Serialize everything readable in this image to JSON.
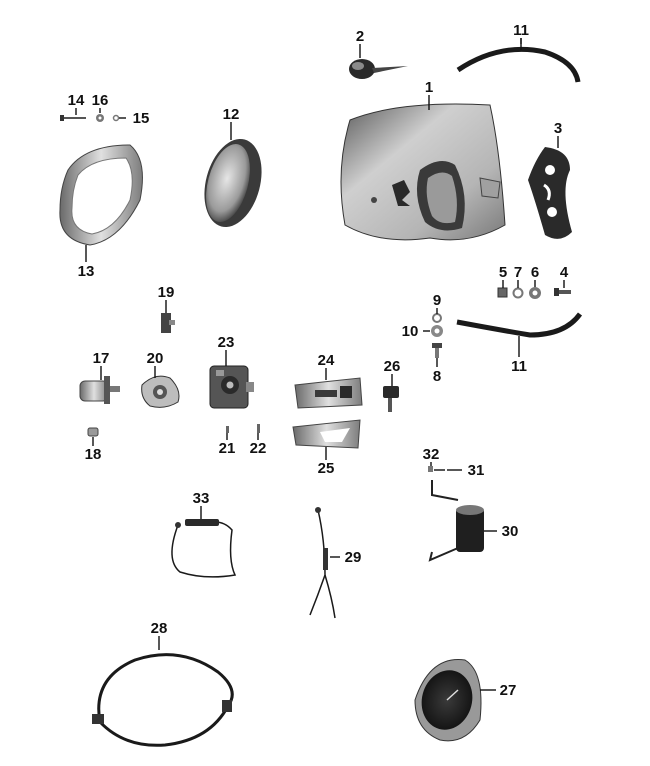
{
  "diagram": {
    "type": "exploded-parts-diagram",
    "colors": {
      "ink": "#111111",
      "metal_light": "#d9d9d9",
      "metal_mid": "#a8a8a8",
      "metal_dark": "#4a4a4a",
      "rubber": "#1a1a1a"
    },
    "parts": [
      {
        "id": "1",
        "label": "1",
        "icon": "headlight-shell-icon"
      },
      {
        "id": "2",
        "label": "2",
        "icon": "ignition-key-icon"
      },
      {
        "id": "3",
        "label": "3",
        "icon": "mounting-bracket-icon"
      },
      {
        "id": "4",
        "label": "4",
        "icon": "screw-icon"
      },
      {
        "id": "5",
        "label": "5",
        "icon": "nut-icon"
      },
      {
        "id": "6",
        "label": "6",
        "icon": "washer-icon"
      },
      {
        "id": "7",
        "label": "7",
        "icon": "washer-icon"
      },
      {
        "id": "8",
        "label": "8",
        "icon": "bolt-icon"
      },
      {
        "id": "9",
        "label": "9",
        "icon": "washer-icon"
      },
      {
        "id": "10",
        "label": "10",
        "icon": "washer-icon"
      },
      {
        "id": "11a",
        "label": "11",
        "icon": "rubber-strip-icon"
      },
      {
        "id": "11b",
        "label": "11",
        "icon": "rubber-strip-icon"
      },
      {
        "id": "12",
        "label": "12",
        "icon": "headlamp-insert-icon"
      },
      {
        "id": "13",
        "label": "13",
        "icon": "headlight-rim-icon"
      },
      {
        "id": "14",
        "label": "14",
        "icon": "screw-icon"
      },
      {
        "id": "15",
        "label": "15",
        "icon": "ring-icon"
      },
      {
        "id": "16",
        "label": "16",
        "icon": "washer-icon"
      },
      {
        "id": "17",
        "label": "17",
        "icon": "bulb-socket-icon"
      },
      {
        "id": "18",
        "label": "18",
        "icon": "bulb-icon"
      },
      {
        "id": "19",
        "label": "19",
        "icon": "connector-icon"
      },
      {
        "id": "20",
        "label": "20",
        "icon": "bulb-holder-icon"
      },
      {
        "id": "21",
        "label": "21",
        "icon": "pin-icon"
      },
      {
        "id": "22",
        "label": "22",
        "icon": "pin-icon"
      },
      {
        "id": "23",
        "label": "23",
        "icon": "ignition-switch-icon"
      },
      {
        "id": "24",
        "label": "24",
        "icon": "cover-plate-icon"
      },
      {
        "id": "25",
        "label": "25",
        "icon": "cover-plate-icon"
      },
      {
        "id": "26",
        "label": "26",
        "icon": "switch-knob-icon"
      },
      {
        "id": "27",
        "label": "27",
        "icon": "speedometer-icon"
      },
      {
        "id": "28",
        "label": "28",
        "icon": "speedometer-cable-icon"
      },
      {
        "id": "29",
        "label": "29",
        "icon": "wiring-harness-icon"
      },
      {
        "id": "30",
        "label": "30",
        "icon": "ignition-coil-icon"
      },
      {
        "id": "31",
        "label": "31",
        "icon": "screw-icon"
      },
      {
        "id": "32",
        "label": "32",
        "icon": "nut-icon"
      },
      {
        "id": "33",
        "label": "33",
        "icon": "cable-icon"
      }
    ]
  }
}
